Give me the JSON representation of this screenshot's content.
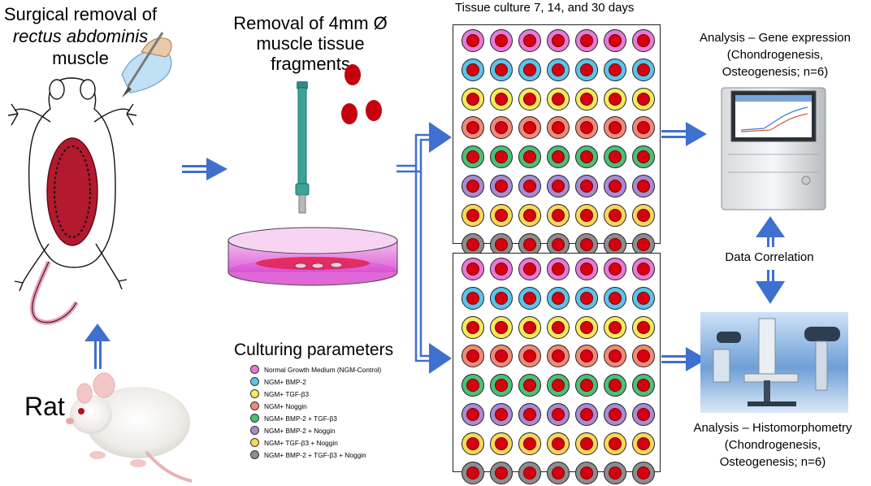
{
  "labels": {
    "surgical_line1": "Surgical removal of",
    "surgical_line2": "rectus abdominis",
    "surgical_line3": "muscle",
    "removal_line1": "Removal of 4mm Ø",
    "removal_line2": "muscle tissue",
    "removal_line3": "fragments",
    "tissue_culture": "Tissue culture 7, 14, and 30 days",
    "gene_line1": "Analysis – Gene expression",
    "gene_line2": "(Chondrogenesis,",
    "gene_line3": "Osteogenesis; n=6)",
    "data_correlation": "Data Correlation",
    "histo_line1": "Analysis – Histomorphometry",
    "histo_line2": "(Chondrogenesis,",
    "histo_line3": "Osteogenesis; n=6)",
    "rat": "Rat",
    "culturing_parameters": "Culturing parameters"
  },
  "legend": [
    {
      "label": "Normal Growth Medium (NGM-Control)",
      "color": "#e77ad6"
    },
    {
      "label": "NGM+ BMP-2",
      "color": "#5cc4e8"
    },
    {
      "label": "NGM+ TGF-β3",
      "color": "#f7ea5c"
    },
    {
      "label": "NGM+ Noggin",
      "color": "#f08a78"
    },
    {
      "label": "NGM+ BMP-2 + TGF-β3",
      "color": "#4cbf78"
    },
    {
      "label": "NGM+ BMP-2 + Noggin",
      "color": "#a98bd1"
    },
    {
      "label": "NGM+ TGF-β3 + Noggin",
      "color": "#f9d75a"
    },
    {
      "label": "NGM+ BMP-2 + TGF-β3 + Noggin",
      "color": "#8d8d8d"
    }
  ],
  "plates": [
    {
      "rows": [
        "#e77ad6",
        "#5cc4e8",
        "#f7ea5c",
        "#f08a78",
        "#4cbf78",
        "#a98bd1",
        "#f9d75a",
        "#8d8d8d"
      ],
      "columns": 7
    },
    {
      "rows": [
        "#e77ad6",
        "#5cc4e8",
        "#f7ea5c",
        "#f08a78",
        "#4cbf78",
        "#a98bd1",
        "#f9d75a",
        "#8d8d8d"
      ],
      "columns": 7
    }
  ],
  "colors": {
    "arrow": "#3f6fcf",
    "tissue_fragment": "#c5000f",
    "petri_media": "#d94fd3",
    "biopsy_punch": "#3aa39a",
    "muscle": "#b3192f"
  },
  "icons": [
    "scalpel-hand-icon",
    "rat-dissection-icon",
    "biopsy-punch-icon",
    "petri-dish-icon",
    "pcr-machine-icon",
    "microscope-icon",
    "rat-photo-icon"
  ]
}
